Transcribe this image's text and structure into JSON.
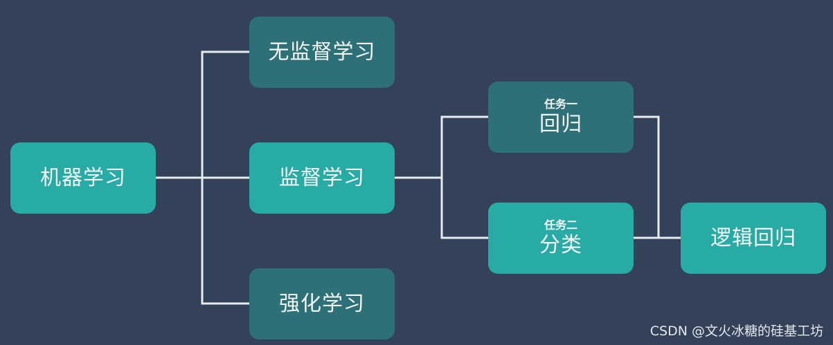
{
  "nodes": {
    "machine_learning": "机器学习",
    "unsupervised": "无监督学习",
    "supervised": "监督学习",
    "reinforcement": "强化学习",
    "regression": {
      "task": "任务一",
      "label": "回归"
    },
    "classification": {
      "task": "任务二",
      "label": "分类"
    },
    "logistic_regression": "逻辑回归"
  },
  "watermark": "CSDN @文火冰糖的硅基工坊",
  "colors": {
    "background": "#334259",
    "node_bright": "#27aba4",
    "node_dark": "#2d7077",
    "connector": "#e8ecef",
    "text": "#f3f7f7"
  }
}
